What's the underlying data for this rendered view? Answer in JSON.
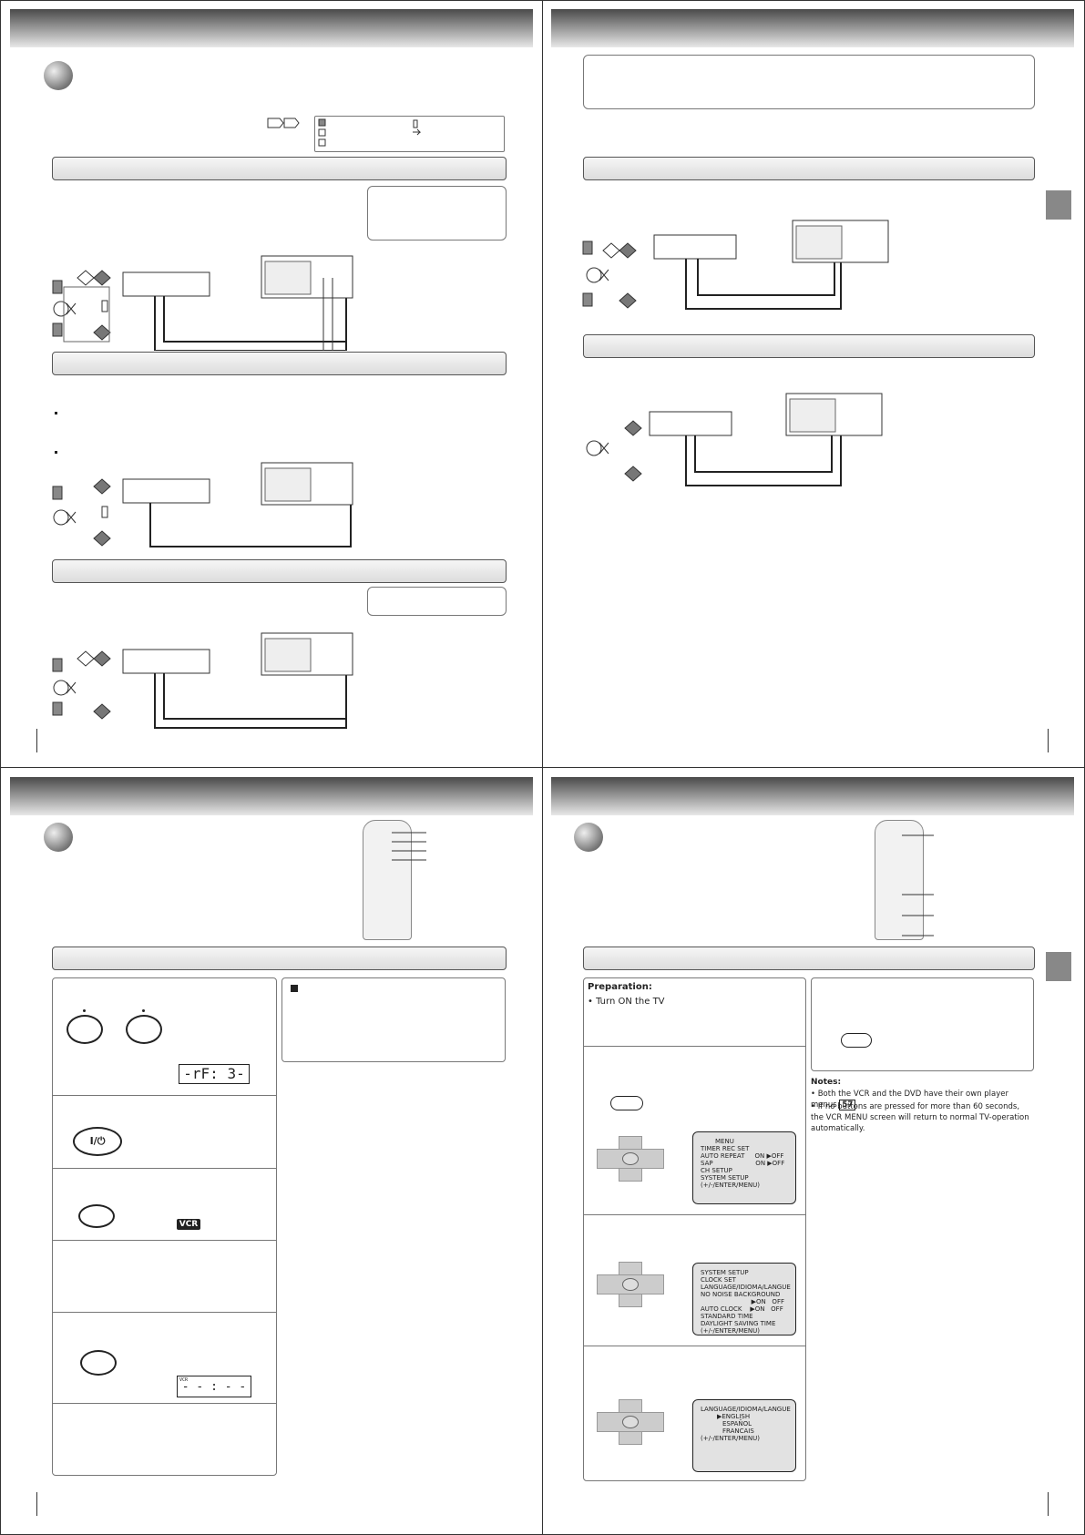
{
  "quadrant_4": {
    "preparation": {
      "heading": "Preparation:",
      "bullet": "Turn ON the TV"
    },
    "osd_menu": {
      "lines": [
        "MENU",
        "TIMER REC SET",
        "AUTO REPEAT     ON ▶OFF",
        "SAP                     ON ▶OFF",
        "CH SETUP",
        "SYSTEM SETUP",
        "",
        "",
        "(+/-/ENTER/MENU)"
      ]
    },
    "osd_system": {
      "lines": [
        "SYSTEM SETUP",
        "CLOCK SET",
        "LANGUAGE/IDIOMA/LANGUE",
        "NO NOISE BACKGROUND",
        "                         ▶ON   OFF",
        "AUTO CLOCK    ▶ON   OFF",
        "STANDARD TIME",
        "DAYLIGHT SAVING TIME",
        "",
        "(+/-/ENTER/MENU)"
      ]
    },
    "osd_language": {
      "lines": [
        "LANGUAGE/IDIOMA/LANGUE",
        "",
        "▶ENGLISH",
        "",
        "ESPAÑOL",
        "",
        "FRANCAIS",
        "(+/-/ENTER/MENU)"
      ]
    },
    "notes": {
      "heading": "Notes:",
      "items": [
        {
          "text": "Both the VCR and the DVD have their own player menus ",
          "ref": "57",
          "tail": "."
        },
        {
          "text": "If no buttons are pressed for more than 60 seconds, the VCR MENU screen will return to normal TV-operation automatically."
        }
      ]
    }
  },
  "quadrant_3": {
    "display_rf": "-rF: 3-",
    "power_symbol": "I/⏻",
    "vcr_badge": "VCR",
    "display_clock_label": "VCR",
    "display_clock": "- - : - -"
  },
  "colors": {
    "header_dark": "#4a4a4a",
    "tab_gray": "#888888"
  }
}
